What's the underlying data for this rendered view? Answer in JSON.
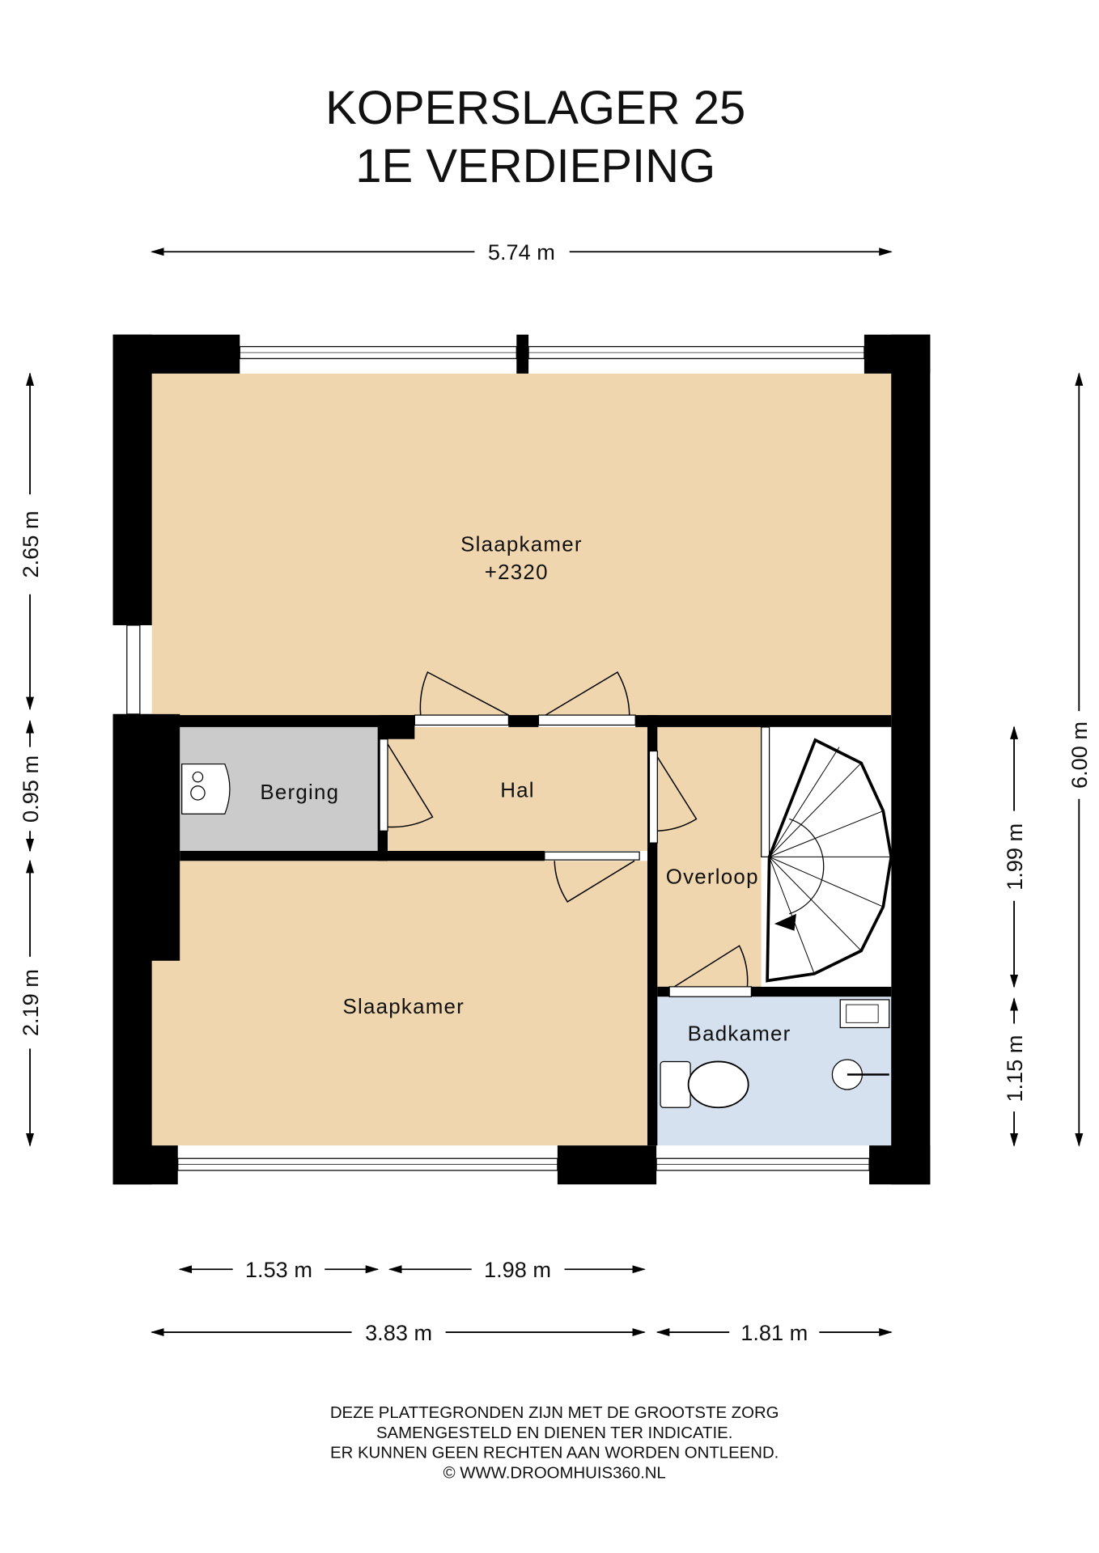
{
  "title": {
    "line1": "KOPERSLAGER 25",
    "line2": "1E VERDIEPING"
  },
  "rooms": {
    "slaapkamer_top": {
      "name": "Slaapkamer",
      "level": "+2320"
    },
    "berging": "Berging",
    "hal": "Hal",
    "overloop": "Overloop",
    "slaapkamer_bottom": "Slaapkamer",
    "badkamer": "Badkamer"
  },
  "dimensions": {
    "top_width": "5.74 m",
    "left": [
      "2.65 m",
      "0.95 m",
      "2.19 m"
    ],
    "right_inner": [
      "1.99 m",
      "1.15 m"
    ],
    "right_total": "6.00 m",
    "bottom_row1": [
      "1.53 m",
      "1.98 m"
    ],
    "bottom_row2": [
      "3.83 m",
      "1.81 m"
    ]
  },
  "colors": {
    "floor": "#f0d6ae",
    "berging": "#cbcbcb",
    "badkamer": "#d5e1ee"
  },
  "footer": [
    "DEZE PLATTEGRONDEN ZIJN MET DE GROOTSTE ZORG",
    "SAMENGESTELD EN DIENEN TER INDICATIE.",
    "ER KUNNEN GEEN RECHTEN AAN WORDEN ONTLEEND.",
    "© WWW.DROOMHUIS360.NL"
  ]
}
